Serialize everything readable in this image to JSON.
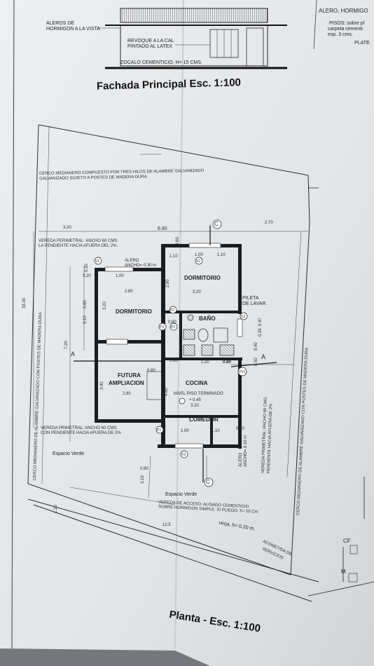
{
  "facade": {
    "title": "Fachada Principal Esc. 1:100",
    "labels": {
      "aleros_line1": "ALEROS DE",
      "aleros_line2": "HORMIGON A LA VISTA",
      "revoque_line1": "REVOQUE A LA CAL",
      "revoque_line2": "PINTADO AL LATEX",
      "zocalo": "ZOCALO CEMENTICIO, H= 15 CMS.",
      "alero_right": "ALERO, HORMIGO",
      "pisos_line1": "PISOS: sobre pl",
      "pisos_line2": "carpeta cementi",
      "pisos_line3": "esp. 3 cms.",
      "plate": "PLATE"
    }
  },
  "plan": {
    "title": "Planta - Esc. 1:100",
    "notes": {
      "cerco_top_line1": "CERCO MEDIANERO COMPUESTO POR TRES HILOS DE ALAMBRE GALVANIZADO",
      "cerco_top_line2": "GALVANIZADO SUJETO A POSTES DE MADERA DURA",
      "cerco_left": "CERCO MEDIANERO DE ALAMBRE GALVANIZADO CON POSTES DE MADERA DURA",
      "cerco_right": "CERCO MEDIANERO DE ALAMBRE GALVANIZADO CON POSTES DE MADERA DURA",
      "vereda_top_line1": "VEREDA PERIMETRAL: ANCHO 60 CMS.",
      "vereda_top_line2": "LA PENDIENTE HACIA AFUERA DEL 2%.",
      "vereda_left_line1": "VEREDA PRIMETRAL: ANCHO 60 CMS.",
      "vereda_left_line2": "CON PENDIENTE HACIA AFUERA DE 2%",
      "vereda_right_line1": "VEREDA PRIMETRAL: ANCHO 60 CMS.",
      "vereda_right_line2": "PENDIENTE HACIA AFUERA DE 2%",
      "alero_top_line1": "ALERO",
      "alero_top_line2": "ANCHO= 0.30 m",
      "alero_right_line1": "ALERO",
      "alero_right_line2": "ANCHO= 0.10 m",
      "pileta_line1": "PILETA",
      "pileta_line2": "DE LAVAR.",
      "nivel": "NIVEL PISO TERMINADO",
      "nivel_value": "+ 0.45",
      "espacio_verde_left": "Espacio Verde",
      "espacio_verde_bottom": "Espacio Verde",
      "vereda_acceso_line1": "VEREDA DE ACCESO: ALISADO CEMENTICIO",
      "vereda_acceso_line2": "SOBRE HORMIGON SIMPLE. SI PLIEGO. h= 10 Cm",
      "verja": "verja, h= 0.20 m.",
      "acometida_line1": "ACOMETIDA DE",
      "acometida_line2": "SERVICIOS",
      "cf": "CF",
      "m": "M"
    },
    "rooms": {
      "dormitorio_1": "DORMITORIO",
      "dormitorio_2": "DORMITORIO",
      "bano": "BAÑO",
      "futura_line1": "FUTURA",
      "futura_line2": "AMPLIACION",
      "cocina": "COCINA",
      "comedor": "COMEDOR"
    },
    "dimensions": {
      "top_left": "3.20",
      "top_mid": "6.80",
      "top_right": "2.70",
      "left_total": "33.00",
      "left_720": "7.20",
      "d_030": "0.30",
      "d_060a": "0.60",
      "d_110a": "1.10",
      "d_100a": "1.00",
      "d_110b": "1.10",
      "d_020a": "0.20",
      "d_100b": "1.00",
      "d_280a": "2.80",
      "d_320a": "3.20",
      "d_320b": "3.20",
      "d_280b": "2.80",
      "d_060b": "0.60",
      "d_010": "0.10",
      "d_080a": "0.80",
      "d_340": "3.40",
      "d_280c": "2.80",
      "d_480": "4.80",
      "d_060c": "0.60",
      "d_080b": "0.80",
      "d_120": "1.20",
      "d_080c": "0.80",
      "d_320c": "3.20",
      "d_100c": "1.00",
      "d_110c": "1.10",
      "d_060d": "0.60",
      "d_080d": "0.80",
      "d_319": "3.19",
      "d_125": "12.5",
      "d_120b": "1.20",
      "d_940": "9.40",
      "d_034": "0.34",
      "d_047": "0.47",
      "d_050": "0.50"
    },
    "markers": {
      "section_a_left": "A",
      "section_a_right": "A",
      "section_c_top": "C",
      "section_c_bottom": "C",
      "v1": "V1",
      "v1b": "V1",
      "v2": "V2",
      "v3": "V3",
      "p1": "P1",
      "p2": "P2",
      "p2b": "P2",
      "p3": "P3",
      "pv1": "PV1"
    }
  }
}
